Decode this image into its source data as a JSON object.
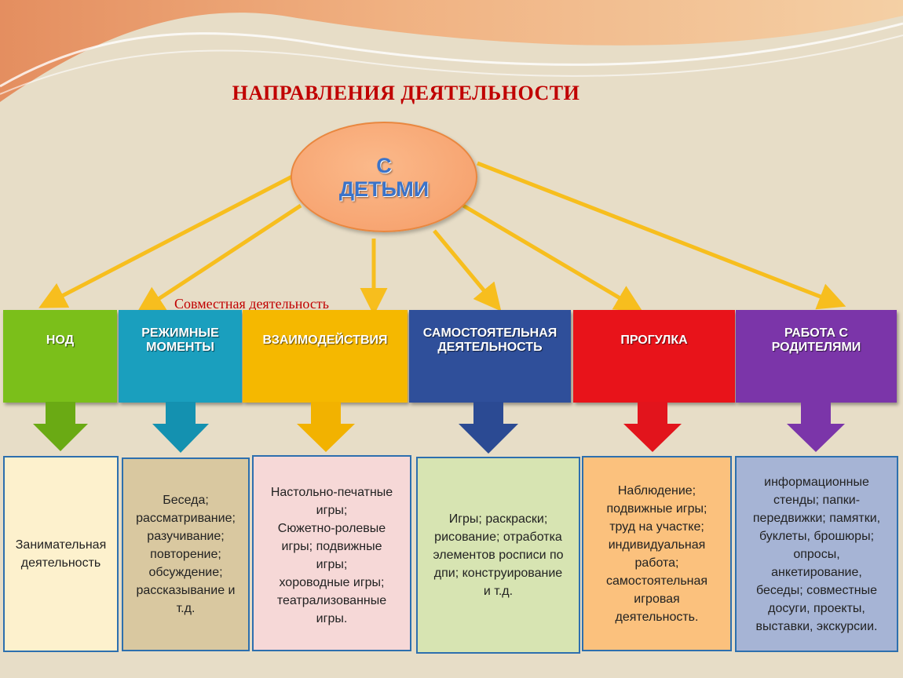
{
  "title": "НАПРАВЛЕНИЯ  ДЕЯТЕЛЬНОСТИ",
  "center": {
    "line1": "С",
    "line2": "ДЕТЬМИ"
  },
  "joint_label": "Совместная деятельность",
  "colors": {
    "background": "#e7ddc7",
    "arrow": "#f7be1e",
    "title": "#c00000"
  },
  "categories": [
    {
      "label": "НОД",
      "color": "#7bbf1a",
      "arrow_color": "#6aaa14"
    },
    {
      "label": "РЕЖИМНЫЕ МОМЕНТЫ",
      "color": "#1a9fbe",
      "arrow_color": "#1491b0"
    },
    {
      "label": "ВЗАИМОДЕЙСТВИЯ",
      "color": "#f5b800",
      "arrow_color": "#f2b200"
    },
    {
      "label": "САМОСТОЯТЕЛЬНАЯ ДЕЯТЕЛЬНОСТЬ",
      "color": "#2f4f9a",
      "arrow_color": "#2b4a93"
    },
    {
      "label": "ПРОГУЛКА",
      "color": "#e8131a",
      "arrow_color": "#e2141c"
    },
    {
      "label": "РАБОТА С РОДИТЕЛЯМИ",
      "color": "#7b35a9",
      "arrow_color": "#7b35a9"
    }
  ],
  "details": [
    {
      "text": "Занимательная деятельность",
      "bg": "#fdf1cd"
    },
    {
      "text": "Беседа;\nрассматривание;\nразучивание;\nповторение;\nобсуждение;\nрассказывание и\nт.д.",
      "bg": "#d9c8a0"
    },
    {
      "text": "Настольно-печатные\nигры;\nСюжетно-ролевые\nигры; подвижные\nигры;\nхороводные игры;\nтеатрализованные\nигры.",
      "bg": "#f6d8d7"
    },
    {
      "text": "Игры; раскраски;\nрисование; отработка\nэлементов росписи по\nдпи; конструирование\nи т.д.",
      "bg": "#d7e4b2"
    },
    {
      "text": "Наблюдение;\nподвижные игры;\nтруд на участке;\nиндивидуальная\nработа;\nсамостоятельная\nигровая\nдеятельность.",
      "bg": "#fbc17d"
    },
    {
      "text": "информационные\nстенды; папки-\nпередвижки; памятки,\nбуклеты, брошюры;\nопросы,\nанкетирование,\nбеседы; совместные\nдосуги, проекты,\nвыставки, экскурсии.",
      "bg": "#a6b4d5"
    }
  ]
}
